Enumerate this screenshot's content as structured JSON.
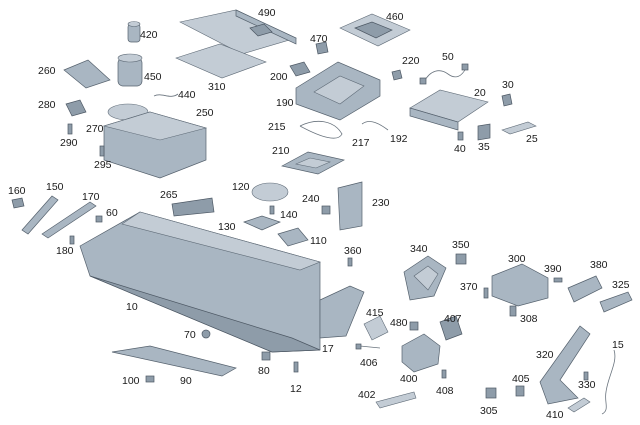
{
  "labels": [
    "490",
    "460",
    "420",
    "470",
    "450",
    "260",
    "310",
    "200",
    "220",
    "50",
    "440",
    "30",
    "20",
    "190",
    "280",
    "270",
    "250",
    "290",
    "295",
    "215",
    "217",
    "192",
    "25",
    "40",
    "35",
    "210",
    "160",
    "150",
    "170",
    "120",
    "240",
    "230",
    "265",
    "60",
    "180",
    "140",
    "130",
    "110",
    "340",
    "350",
    "300",
    "390",
    "380",
    "360",
    "325",
    "415",
    "370",
    "10",
    "480",
    "407",
    "308",
    "70",
    "17",
    "406",
    "320",
    "15",
    "80",
    "400",
    "100",
    "90",
    "12",
    "402",
    "408",
    "405",
    "330",
    "305",
    "410"
  ]
}
